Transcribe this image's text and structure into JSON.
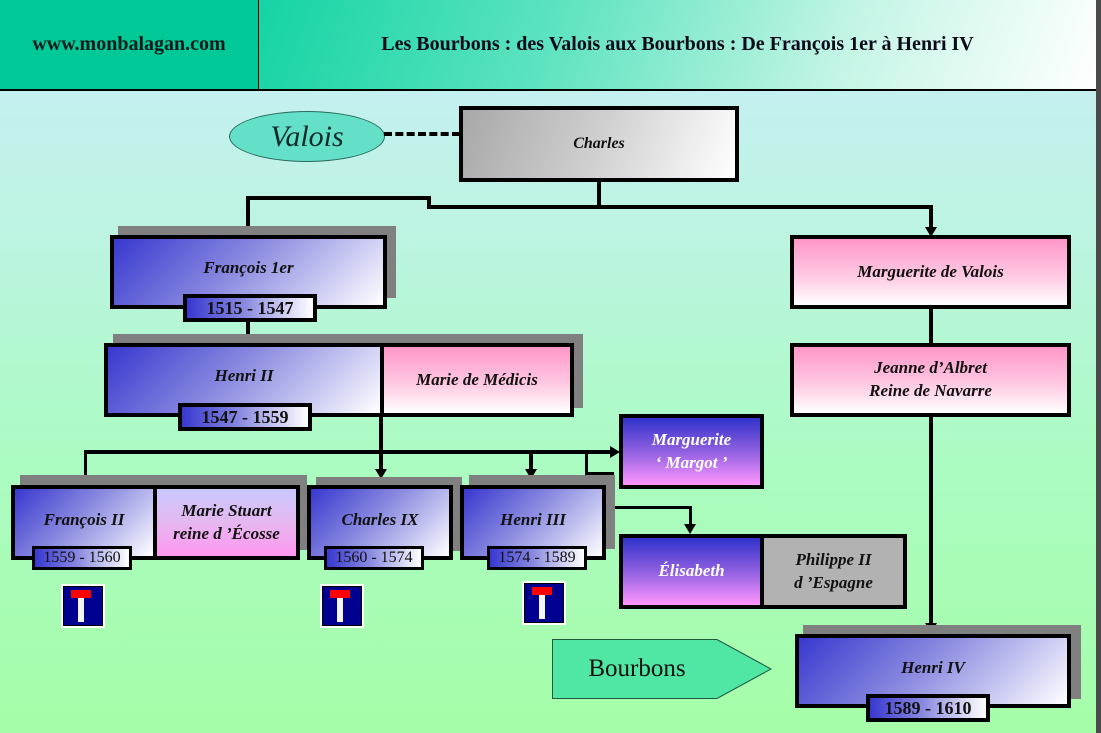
{
  "header": {
    "site": "www.monbalagan.com",
    "title": "Les Bourbons : des Valois aux Bourbons : De François 1er à Henri IV"
  },
  "labels": {
    "valois": "Valois",
    "bourbons": "Bourbons"
  },
  "people": {
    "charles": {
      "name": "Charles"
    },
    "francois1": {
      "name": "François 1er",
      "reign": "1515 - 1547"
    },
    "marguerite_valois": {
      "name": "Marguerite de Valois"
    },
    "henri2": {
      "name": "Henri II",
      "reign": "1547 - 1559"
    },
    "marie_medicis": {
      "name": "Marie de Médicis"
    },
    "jeanne_albret": {
      "name": "Jeanne d’Albret",
      "title": "Reine de Navarre"
    },
    "margot": {
      "name": "Marguerite",
      "nickname": "‘ Margot ’"
    },
    "francois2": {
      "name": "François II",
      "reign": "1559 - 1560"
    },
    "marie_stuart": {
      "name": "Marie Stuart",
      "title": "reine d ’Écosse"
    },
    "charles9": {
      "name": "Charles IX",
      "reign": "1560 - 1574"
    },
    "henri3": {
      "name": "Henri III",
      "reign": "1574 - 1589"
    },
    "elisabeth": {
      "name": "Élisabeth"
    },
    "philippe2": {
      "name": "Philippe II",
      "title": "d ’Espagne"
    },
    "henri4": {
      "name": "Henri IV",
      "reign": "1589 - 1610"
    }
  },
  "icons": {
    "dead_end": "dead-end-sign-icon"
  }
}
